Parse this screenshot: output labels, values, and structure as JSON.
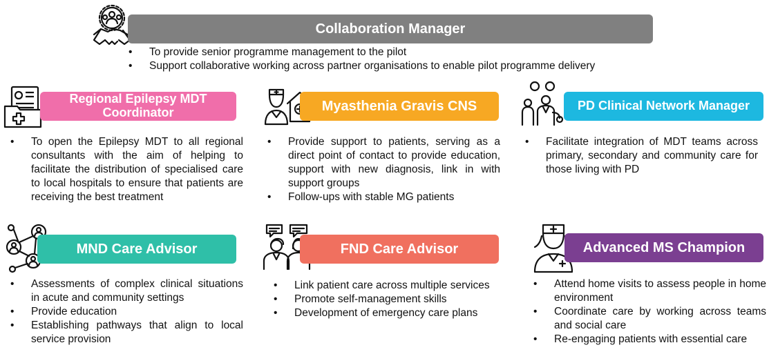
{
  "collab": {
    "title": "Collaboration Manager",
    "color": "#808080",
    "bullets": [
      "To provide senior programme management to the pilot",
      "Support collaborative working across partner organisations to enable pilot programme delivery"
    ]
  },
  "cards": [
    {
      "title": "Regional Epilepsy MDT Coordinator",
      "color": "#F06EAA",
      "icon": "medical-folder-icon",
      "bullets": [
        "To open the Epilepsy MDT to all regional consultants with the aim of helping to facilitate the distribution of specialised care to local hospitals to ensure that patients are receiving the best treatment"
      ]
    },
    {
      "title": "Myasthenia Gravis CNS",
      "color": "#F7A823",
      "icon": "nurse-home-icon",
      "bullets": [
        "Provide support to patients, serving as a direct point of contact to provide education, support with new diagnosis, link in with support groups",
        "Follow-ups with stable MG patients"
      ]
    },
    {
      "title": "PD Clinical Network Manager",
      "color": "#1DB8E0",
      "icon": "care-team-icon",
      "bullets": [
        "Facilitate integration of MDT teams across primary, secondary and community care for those living with PD"
      ]
    },
    {
      "title": "MND Care Advisor",
      "color": "#2FBFA8",
      "icon": "network-people-icon",
      "bullets": [
        "Assessments of complex clinical situations in acute and community settings",
        "Provide education",
        "Establishing pathways that align to local service provision"
      ]
    },
    {
      "title": "FND Care Advisor",
      "color": "#F0705F",
      "icon": "conversation-people-icon",
      "bullets": [
        "Link patient care across multiple services",
        "Promote self-management skills",
        "Development of emergency care plans"
      ]
    },
    {
      "title": "Advanced MS Champion",
      "color": "#7B3F91",
      "icon": "nurse-icon",
      "bullets": [
        "Attend home visits to assess people in home environment",
        "Coordinate care by working across teams and social care",
        "Re-engaging patients with essential care"
      ]
    }
  ]
}
